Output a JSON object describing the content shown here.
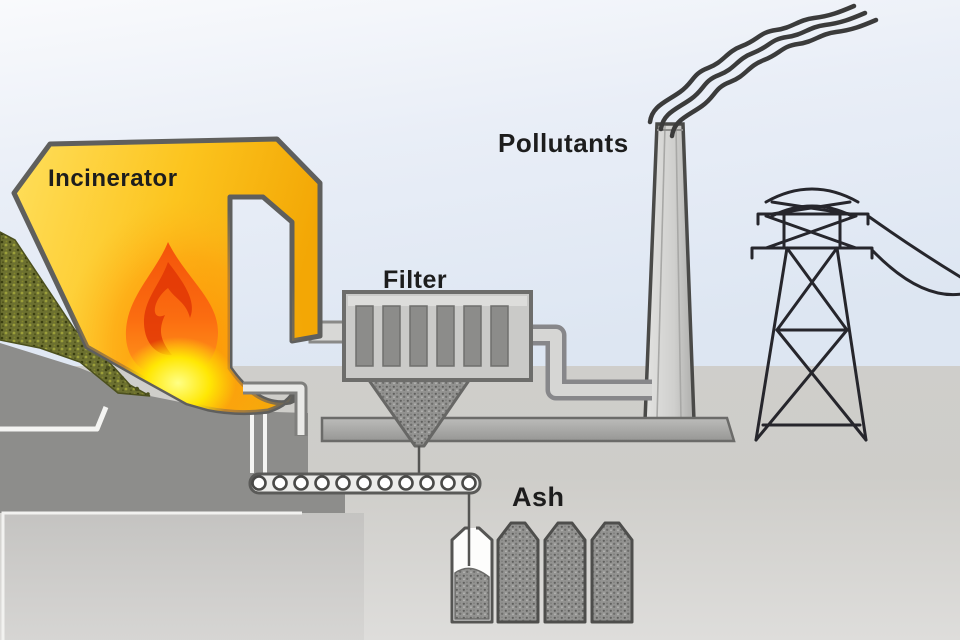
{
  "diagram": {
    "type": "waste-incineration power plant process diagram",
    "labels": {
      "incinerator": "Incinerator",
      "filter": "Filter",
      "pollutants": "Pollutants",
      "ash": "Ash"
    },
    "components": [
      "waste feed pile",
      "incinerator furnace with flame",
      "flue duct",
      "filter box with dust slats",
      "filter ash funnel",
      "flue pipe to stack",
      "smokestack",
      "smoke plume (3 wavy lines)",
      "plant platform",
      "ash conveyor with rollers",
      "ash discharge pipe",
      "ash containers",
      "electricity pylon",
      "power lines"
    ],
    "ash_containers": {
      "count": 4,
      "filled": 3,
      "partially_filled": 1
    },
    "smoke_lines": 3,
    "colors": {
      "incinerator_yellow": "#F6AE06",
      "incinerator_yellow_light": "#FFDD55",
      "flame_orange": "#EF4A06",
      "flame_core_yellow": "#FFE93B",
      "waste_green": "#6C7030",
      "pipe_gray": "#8A8A88",
      "structure_gray": "#C9C9C7",
      "ground_dark": "#8D8D8B",
      "ground_light": "#D3D2CF",
      "sky_blue": "#DFE7F3",
      "outline_dark": "#4A4A48",
      "label_black": "#1D1D1D"
    }
  }
}
